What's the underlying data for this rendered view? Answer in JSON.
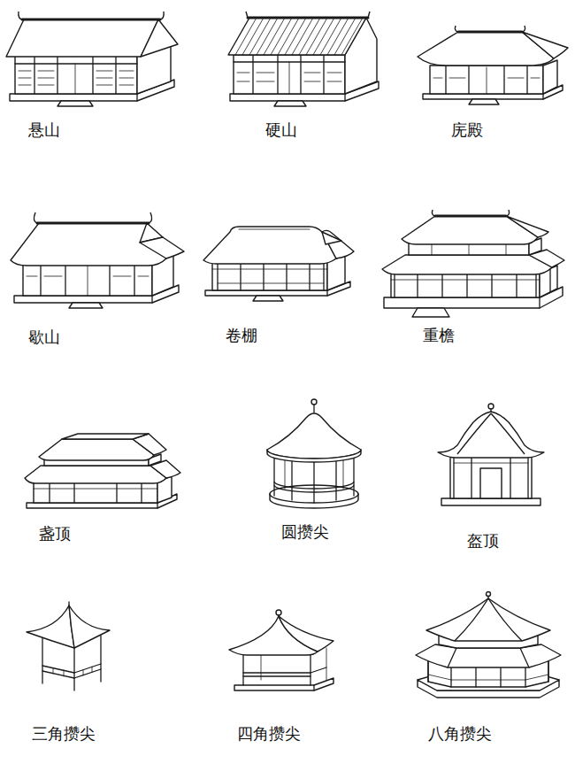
{
  "diagram": {
    "labels": [
      "悬山",
      "硬山",
      "庑殿",
      "歇山",
      "卷棚",
      "重檐",
      "盏顶",
      "圆攒尖",
      "盔顶",
      "三角攒尖",
      "四角攒尖",
      "八角攒尖"
    ]
  }
}
